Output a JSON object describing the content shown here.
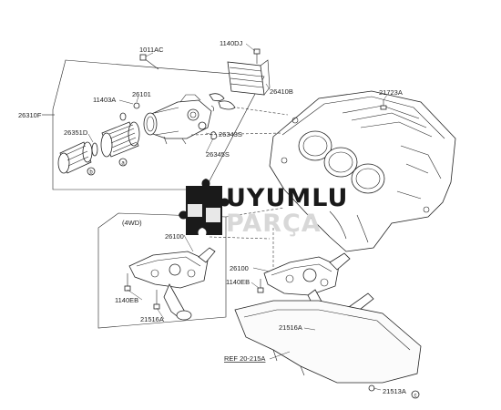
{
  "watermark": {
    "line1": "UYUMLU",
    "line2": "PARÇA"
  },
  "callouts": {
    "c1011AC": "1011AC",
    "c1140DJ": "1140DJ",
    "c26410B": "26410B",
    "c11403A": "11403A",
    "c26101": "26101",
    "c21723A": "21723A",
    "c26310F": "26310F",
    "c26351D": "26351D",
    "c26343S": "26343S",
    "c26345S": "26345S",
    "c26100_4wd": "26100",
    "c1140EB_4wd": "1140EB",
    "c21516A_4wd": "21516A",
    "c26100": "26100",
    "c1140EB": "1140EB",
    "c21516A": "21516A",
    "c21513A": "21513A",
    "ref": "REF 20-215A",
    "box_4wd": "(4WD)",
    "circ_a": "a",
    "circ_b": "b",
    "circ_c": "c"
  }
}
